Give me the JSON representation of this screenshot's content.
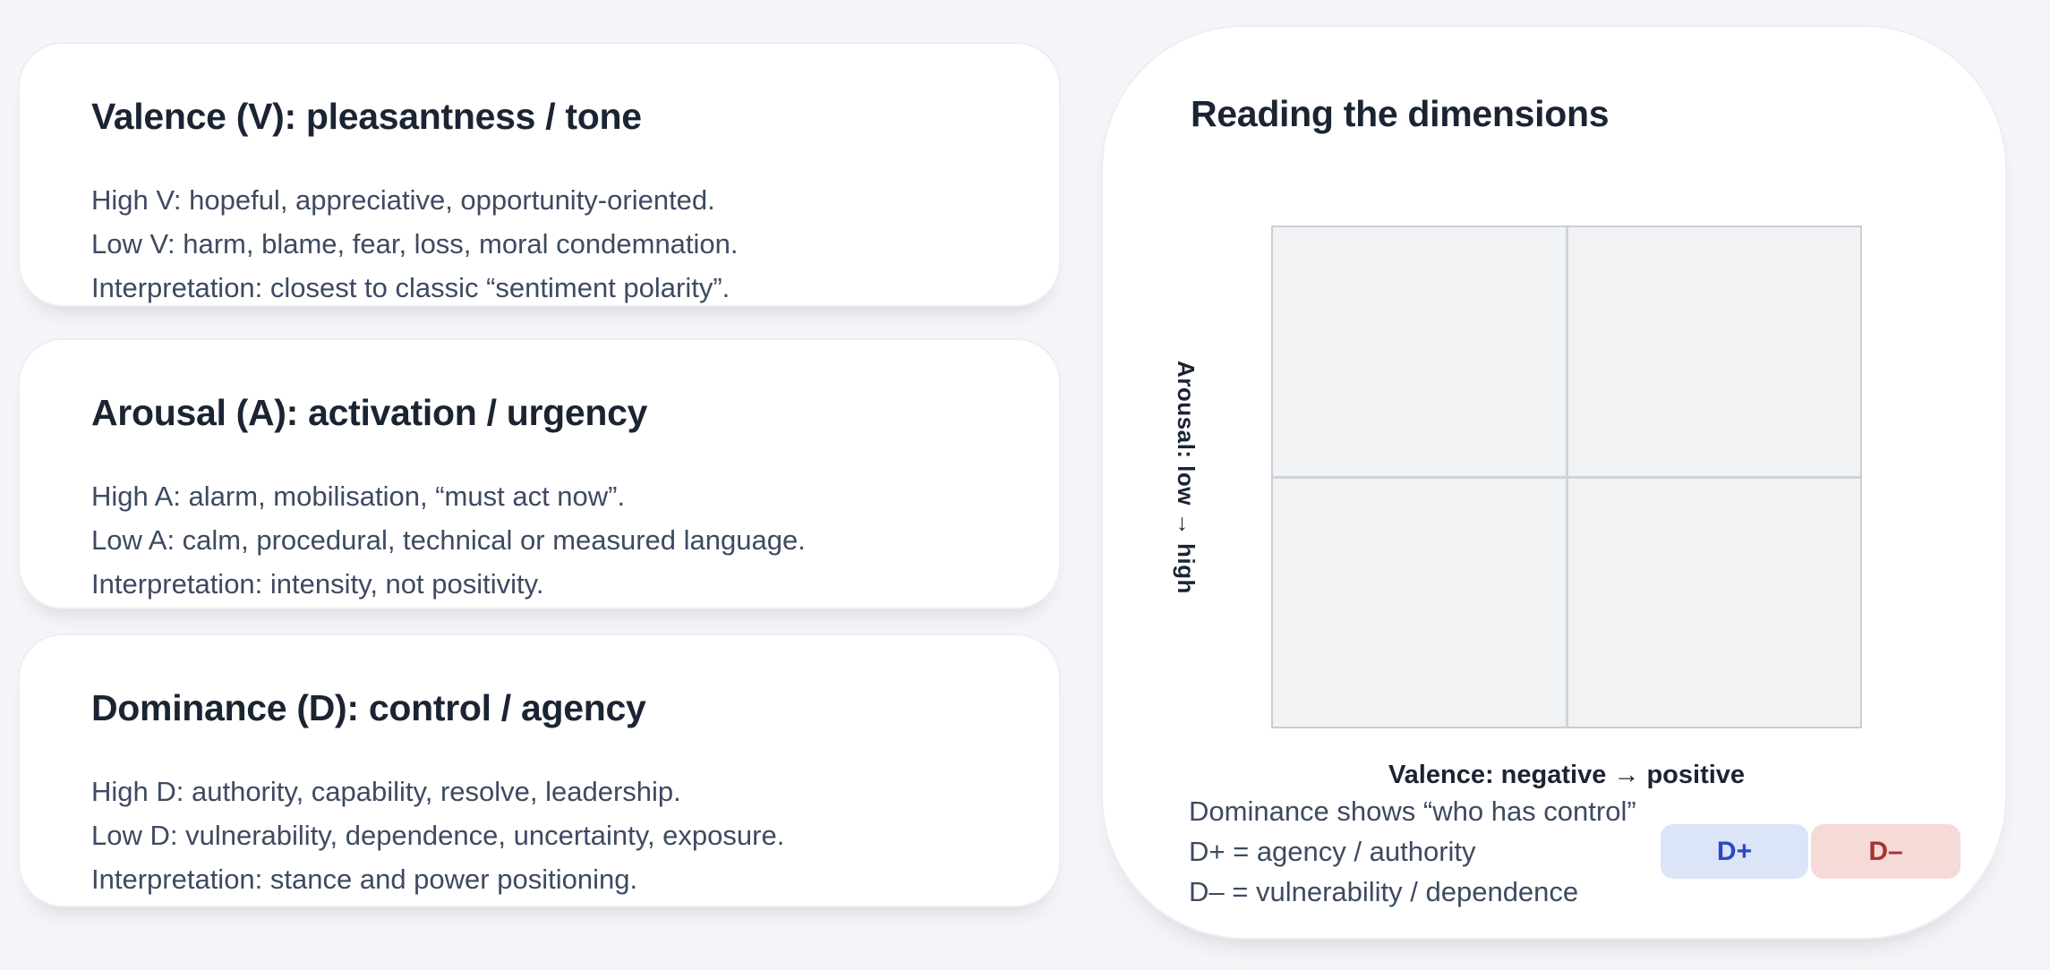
{
  "page": {
    "background_color": "#f4f5f8",
    "card_color": "#ffffff",
    "title_color": "#1b2433",
    "body_color": "#3d4a61"
  },
  "cards": [
    {
      "title": "Valence (V): pleasantness / tone",
      "lines": [
        "High V: hopeful, appreciative, opportunity-oriented.",
        "Low V: harm, blame, fear, loss, moral condemnation.",
        "Interpretation: closest to classic “sentiment polarity”."
      ]
    },
    {
      "title": "Arousal (A): activation / urgency",
      "lines": [
        "High A: alarm, mobilisation, “must act now”.",
        "Low A: calm, procedural, technical or measured language.",
        "Interpretation: intensity, not positivity."
      ]
    },
    {
      "title": "Dominance (D): control / agency",
      "lines": [
        "High D: authority, capability, resolve, leadership.",
        "Low D: vulnerability, dependence, uncertainty, exposure.",
        "Interpretation: stance and power positioning."
      ]
    }
  ],
  "panel": {
    "title": "Reading the dimensions",
    "quadrant": {
      "rows": 2,
      "cols": 2,
      "cell_fill": "#f1f2f4",
      "line_color": "#c9cdd5"
    },
    "y_axis_label": "Arousal: low → high",
    "x_axis_label": "Valence: negative → positive",
    "notes": [
      "Dominance shows “who has control”",
      "D+ = agency / authority",
      "D– = vulnerability / dependence"
    ],
    "badges": [
      {
        "label": "D+",
        "bg": "#dbe5f7",
        "text_color": "#2b49c4"
      },
      {
        "label": "D–",
        "bg": "#f6dad8",
        "text_color": "#a63333"
      }
    ]
  }
}
